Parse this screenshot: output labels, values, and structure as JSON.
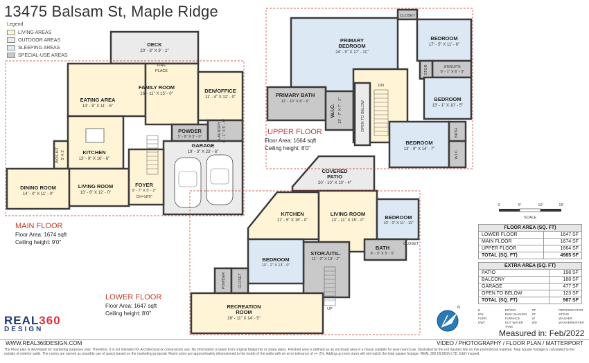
{
  "title": "13475 Balsam St, Maple Ridge",
  "legend": {
    "heading": "Legend",
    "items": [
      {
        "label": "LIVING AREAS",
        "color": "#fff4d6"
      },
      {
        "label": "OUTDOOR AREAS",
        "color": "#ebebeb"
      },
      {
        "label": "SLEEPING AREAS",
        "color": "#dce9f5"
      },
      {
        "label": "SPECIAL-USE AREAS",
        "color": "#c9c9c9"
      }
    ]
  },
  "colors": {
    "living": "#fff4d6",
    "outdoor": "#ebebeb",
    "sleeping": "#dce9f5",
    "special": "#c9c9c9",
    "wall": "#3a3a3a",
    "accent": "#c0392b"
  },
  "main_floor": {
    "title": "MAIN FLOOR",
    "area": "Floor Area: 1674 sqft",
    "ceiling": "Ceiling height: 9'0\"",
    "rooms": {
      "deck": {
        "name": "DECK",
        "dim": "20' - 8\" X 9' - 1\""
      },
      "fire": "FIRE",
      "place": "PLACE",
      "family": {
        "name": "FAMILY ROOM",
        "dim": "16' - 11\" X 15' - 0\""
      },
      "den": {
        "name": "DEN/OFFICE",
        "dim": "11' - 4\" X 12' - 0\""
      },
      "eating": {
        "name": "EATING AREA",
        "dim": "13' - 8\" X 11' - 6\""
      },
      "kitchen": {
        "name": "KITCHEN",
        "dim": "13' - 9\" X 16' - 6\""
      },
      "wok": "WOK KIT.",
      "wok_dim": "5' X 5'",
      "powder": {
        "name": "POWDER",
        "dim": "5' - 8\" X 5' - 0\""
      },
      "laundry": "LAUNDRY",
      "laundry_dim": "8' - 1\" X 5' - 8\"",
      "garage": {
        "name": "GARAGE",
        "dim": "19' - 3\" X 23' - 6\""
      },
      "dining": {
        "name": "DINING ROOM",
        "dim": "14' - 0\" X 11' - 0\""
      },
      "living": {
        "name": "LIVING ROOM",
        "dim": "13' - 6\" X 12' - 0\""
      },
      "foyer": {
        "name": "FOYER",
        "dim": "9' - 7\" X 5' - 2\""
      },
      "ch": "CH=18'0\""
    }
  },
  "upper_floor": {
    "title": "UPPER FLOOR",
    "area": "Floor Area: 1664 sqft",
    "ceiling": "Ceiling height: 8'0\"",
    "rooms": {
      "primary": {
        "name1": "PRIMARY",
        "name2": "BEDROOM",
        "dim": "24' - 9\" X 17' - 11\""
      },
      "primary_bath": {
        "name": "PRIMARY BATH",
        "dim": "12' - 10\" X 8' - 6\""
      },
      "wic": {
        "name": "W.I.C.",
        "dim": "13' - 7\" X 7' - 1\""
      },
      "open_below": "OPEN TO BELOW",
      "closet": "CLOSET",
      "bed_a": {
        "name": "BEDROOM",
        "dim": "17' - 5\" X 11' - 6\""
      },
      "ensuite": {
        "name": "ENSUITE",
        "dim": "8' - 1\" X 6' - 0\""
      },
      "stor": "STOR",
      "bed_b": {
        "name": "BEDROOM",
        "dim": "13' - 1\" X 10' - 5\""
      },
      "bed_c": {
        "name": "BEDROOM",
        "dim": "13' - 9\" X 14' - 7\""
      },
      "bath": "BATH",
      "wic2": "W.I.C.",
      "dn": "DN"
    }
  },
  "lower_floor": {
    "title": "LOWER FLOOR",
    "area": "Floor Area: 1647 sqft",
    "ceiling": "Ceiling height: 8'0\"",
    "rooms": {
      "patio": {
        "name1": "COVERED",
        "name2": "PATIO",
        "dim": "20' - 10\" X 10' - 4\""
      },
      "kitchen": {
        "name": "KITCHEN",
        "dim": "17' - 5\" X 15' - 0\""
      },
      "living": {
        "name": "LIVING ROOM",
        "dim": "13' - 11\" X 15' - 0\""
      },
      "bedroom_r": {
        "name": "BEDROOM",
        "dim": "10' - 0\" X 11' - 11\""
      },
      "closet": "CLOSET",
      "bath": {
        "name": "BATH",
        "dim": "8' - 3\" X 5' - 5\""
      },
      "stor": {
        "name": "STOR./UTIL.",
        "dim": "11' - 2\" X 13' - 1\""
      },
      "bedroom_l": {
        "name": "BEDROOM",
        "dim": "13' - 2\" X 13' - 0\""
      },
      "powder": "POWDER",
      "rec": {
        "name1": "RECREATION",
        "name2": "ROOM",
        "dim": "26' - 11\" X 14' - 5\""
      },
      "up": "UP"
    }
  },
  "scale": {
    "ticks": [
      "0",
      "5'",
      "10'",
      "15'"
    ],
    "label": "SCALE"
  },
  "floor_area_table": {
    "heading": "FLOOR AREA (SQ. FT)",
    "rows": [
      {
        "label": "LOWER FLOOR",
        "value": "1647 SF"
      },
      {
        "label": "MAIN FLOOR",
        "value": "1674 SF"
      },
      {
        "label": "UPPER FLOOR",
        "value": "1664 SF"
      }
    ],
    "total_label": "TOTAL (SQ. FT)",
    "total_value": "4985 SF"
  },
  "extra_area_table": {
    "heading": "EXTRA AREA (SQ. FT)",
    "rows": [
      {
        "label": "PATIO",
        "value": "198 SF"
      },
      {
        "label": "BALCONY",
        "value": "188 SF"
      },
      {
        "label": "GARAGE",
        "value": "477 SF"
      },
      {
        "label": "OPEN TO BELOW",
        "value": "123 SF"
      }
    ],
    "total_label": "TOTAL (SQ. FT)",
    "total_value": "987 SF"
  },
  "abbreviations": [
    [
      "D",
      "DRYER",
      "RF",
      "REFRIGERATOR"
    ],
    [
      "DW",
      "DISH WASHER",
      "ST",
      "STOVE"
    ],
    [
      "FURN",
      "FURNACE",
      "W",
      "WASHER"
    ],
    [
      "HWT",
      "HOT WATER TANK",
      "WD",
      "WASHER/DRYER"
    ]
  ],
  "compass": "N",
  "measured": "Measured in: Feb/2022",
  "logo": {
    "top_a": "REAL",
    "top_b": "360",
    "bottom": "DESIGN"
  },
  "footer": {
    "url": "WWW.REAL360DESIGN.COM",
    "services": "VIDEO / PHOTOGRAPHY / FLOOR PLAN / MATTERPORT",
    "disclaimer": "The Floor plan is developed for marketing purposes only. Therefore, it is not intended for Architectural or construction use. No information is taken from original blueprints or strata plans. Finished area is defined as an enclosed area in a house suitable for year-round use. Illustrated by the red dashed line on this promotional material. Total square footage is calculated to the outside of exterior walls. The rooms are named as possible use of space based on the marketing proposal. Room sizes are approximately dimensioned to the inside of the walls with an error tolerance of +/- 2%. Adding up room sizes will not match the total square footage. REAL 360 DESIGN LTD. E&O insured."
  }
}
